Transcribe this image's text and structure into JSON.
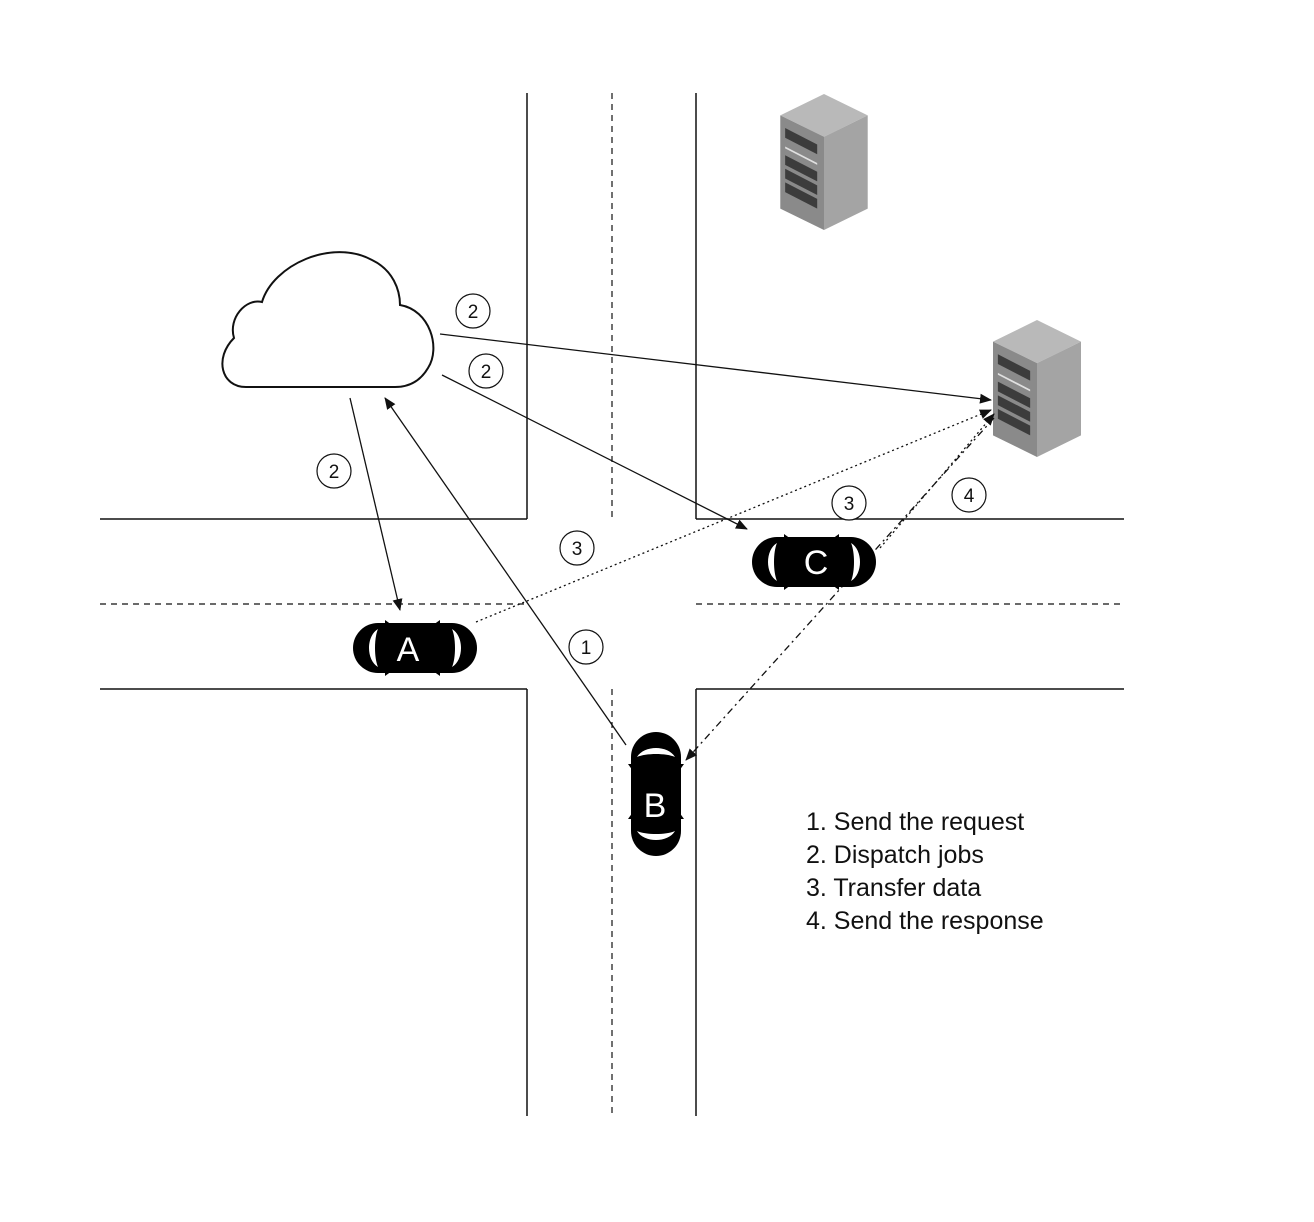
{
  "cars": {
    "a": "A",
    "b": "B",
    "c": "C"
  },
  "step_markers": {
    "cloud_to_a": "2",
    "cloud_to_server": "2",
    "cloud_to_c": "2",
    "b_to_cloud": "1",
    "a_to_server": "3",
    "c_to_server": "3",
    "server_to_b": "4"
  },
  "legend": [
    "1. Send the request",
    "2. Dispatch jobs",
    "3. Transfer data",
    "4. Send the response"
  ],
  "icons": {
    "cloud": "cloud-icon",
    "server_top": "server-icon",
    "server_edge": "server-icon"
  }
}
